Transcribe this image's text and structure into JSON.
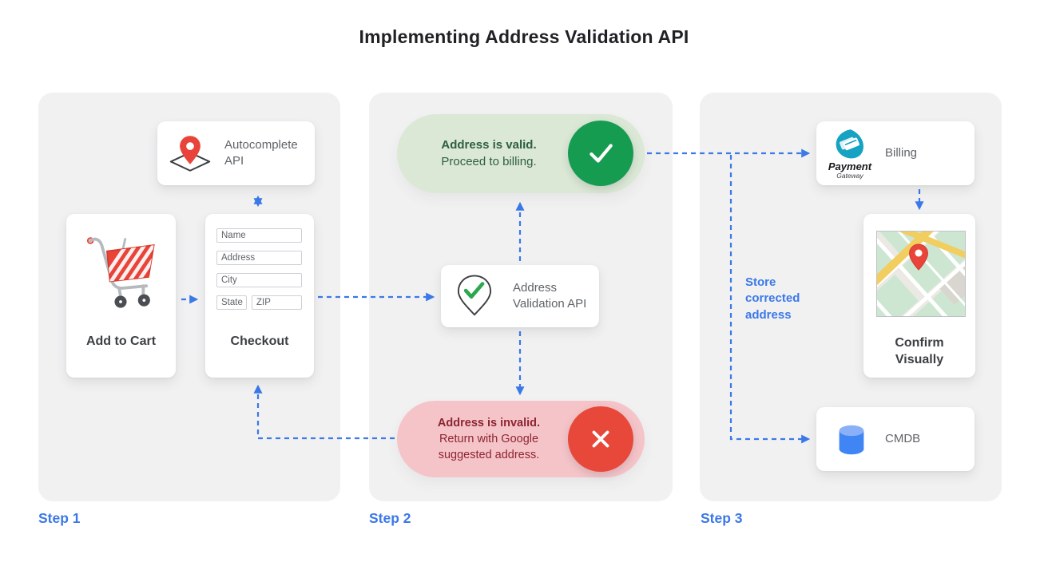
{
  "title": "Implementing Address Validation API",
  "colors": {
    "accent_blue": "#3b78e8",
    "panel_bg": "#f1f1f2",
    "valid_bg": "#dbe8d6",
    "valid_circle": "#169c51",
    "valid_text": "#2d5f40",
    "invalid_bg": "#f5c4c9",
    "invalid_circle": "#e8483a",
    "invalid_text": "#8d2531",
    "pin_red": "#e8443a",
    "check_green": "#2ba84e",
    "gateway_teal": "#16a2c2",
    "database_blue": "#3f86f4"
  },
  "icons": {
    "autocomplete": "map-pin-diamond-icon",
    "cart": "shopping-cart-icon",
    "validation": "pin-check-icon",
    "valid": "check-icon",
    "invalid": "x-icon",
    "billing": "payment-gateway-logo",
    "confirm": "map-thumbnail",
    "cmdb": "database-icon"
  },
  "step1": {
    "label": "Step 1",
    "autocomplete_card": {
      "line1": "Autocomplete",
      "line2": "API"
    },
    "add_to_cart_card": {
      "label": "Add to Cart"
    },
    "checkout_card": {
      "label": "Checkout",
      "fields": {
        "name": "Name",
        "address": "Address",
        "city": "City",
        "state": "State",
        "zip": "ZIP"
      }
    }
  },
  "step2": {
    "label": "Step 2",
    "valid_banner": {
      "line1": "Address is valid.",
      "line2": "Proceed to billing."
    },
    "api_card": {
      "line1": "Address",
      "line2": "Validation API"
    },
    "invalid_banner": {
      "line1": "Address is invalid.",
      "line2": "Return with Google",
      "line3": "suggested address."
    }
  },
  "step3": {
    "label": "Step 3",
    "billing_card": {
      "logo_line1": "Payment",
      "logo_line2": "Gateway",
      "label": "Billing"
    },
    "confirm_card": {
      "line1": "Confirm",
      "line2": "Visually"
    },
    "cmdb_card": {
      "label": "CMDB"
    },
    "note": {
      "line1": "Store",
      "line2": "corrected",
      "line3": "address"
    }
  }
}
